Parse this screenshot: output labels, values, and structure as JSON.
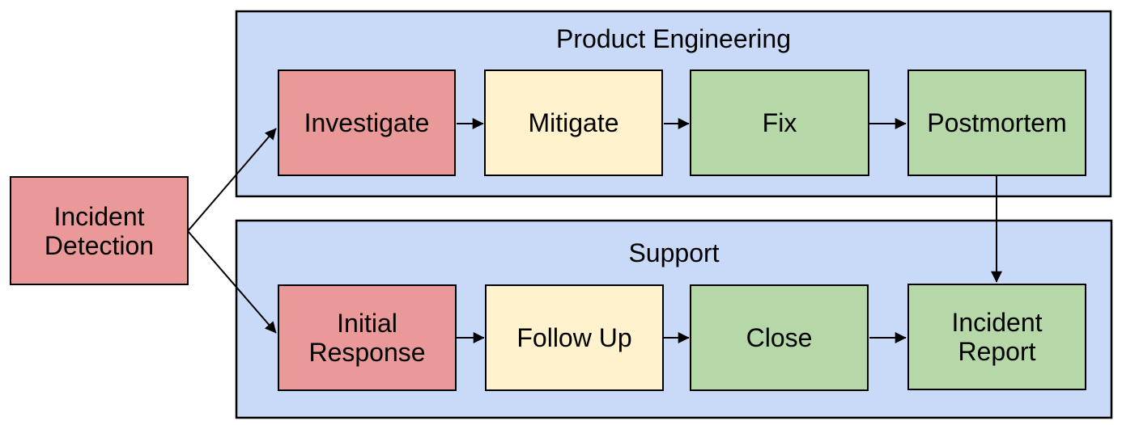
{
  "colors": {
    "red": "#ea9999",
    "yellow": "#fff2cc",
    "green": "#b6d7a8",
    "lane_blue": "#c9daf8",
    "line": "#000000",
    "text": "#000000",
    "background": "#ffffff"
  },
  "start": {
    "label": "Incident Detection",
    "color": "red"
  },
  "lanes": [
    {
      "label": "Product Engineering",
      "steps": [
        {
          "label": "Investigate",
          "color": "red"
        },
        {
          "label": "Mitigate",
          "color": "yellow"
        },
        {
          "label": "Fix",
          "color": "green"
        },
        {
          "label": "Postmortem",
          "color": "green"
        }
      ]
    },
    {
      "label": "Support",
      "steps": [
        {
          "label": "Initial Response",
          "color": "red"
        },
        {
          "label": "Follow Up",
          "color": "yellow"
        },
        {
          "label": "Close",
          "color": "green"
        },
        {
          "label": "Incident Report",
          "color": "green"
        }
      ]
    }
  ],
  "edges": [
    {
      "from": "Incident Detection",
      "to": "Investigate"
    },
    {
      "from": "Incident Detection",
      "to": "Initial Response"
    },
    {
      "from": "Investigate",
      "to": "Mitigate"
    },
    {
      "from": "Mitigate",
      "to": "Fix"
    },
    {
      "from": "Fix",
      "to": "Postmortem"
    },
    {
      "from": "Postmortem",
      "to": "Incident Report"
    },
    {
      "from": "Initial Response",
      "to": "Follow Up"
    },
    {
      "from": "Follow Up",
      "to": "Close"
    },
    {
      "from": "Close",
      "to": "Incident Report"
    }
  ]
}
